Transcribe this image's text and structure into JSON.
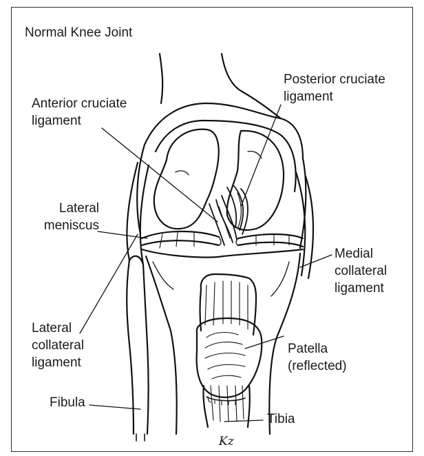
{
  "figure": {
    "title": "Normal Knee Joint",
    "signature": "Kz",
    "labels": {
      "acl": [
        "Anterior cruciate",
        "ligament"
      ],
      "pcl": [
        "Posterior cruciate",
        "ligament"
      ],
      "lateral_meniscus": [
        "Lateral",
        "meniscus"
      ],
      "medial_collateral": [
        "Medial",
        "collateral",
        "ligament"
      ],
      "lateral_collateral": [
        "Lateral",
        "collateral",
        "ligament"
      ],
      "patella": [
        "Patella",
        "(reflected)"
      ],
      "fibula": "Fibula",
      "tibia": "Tibia"
    }
  }
}
